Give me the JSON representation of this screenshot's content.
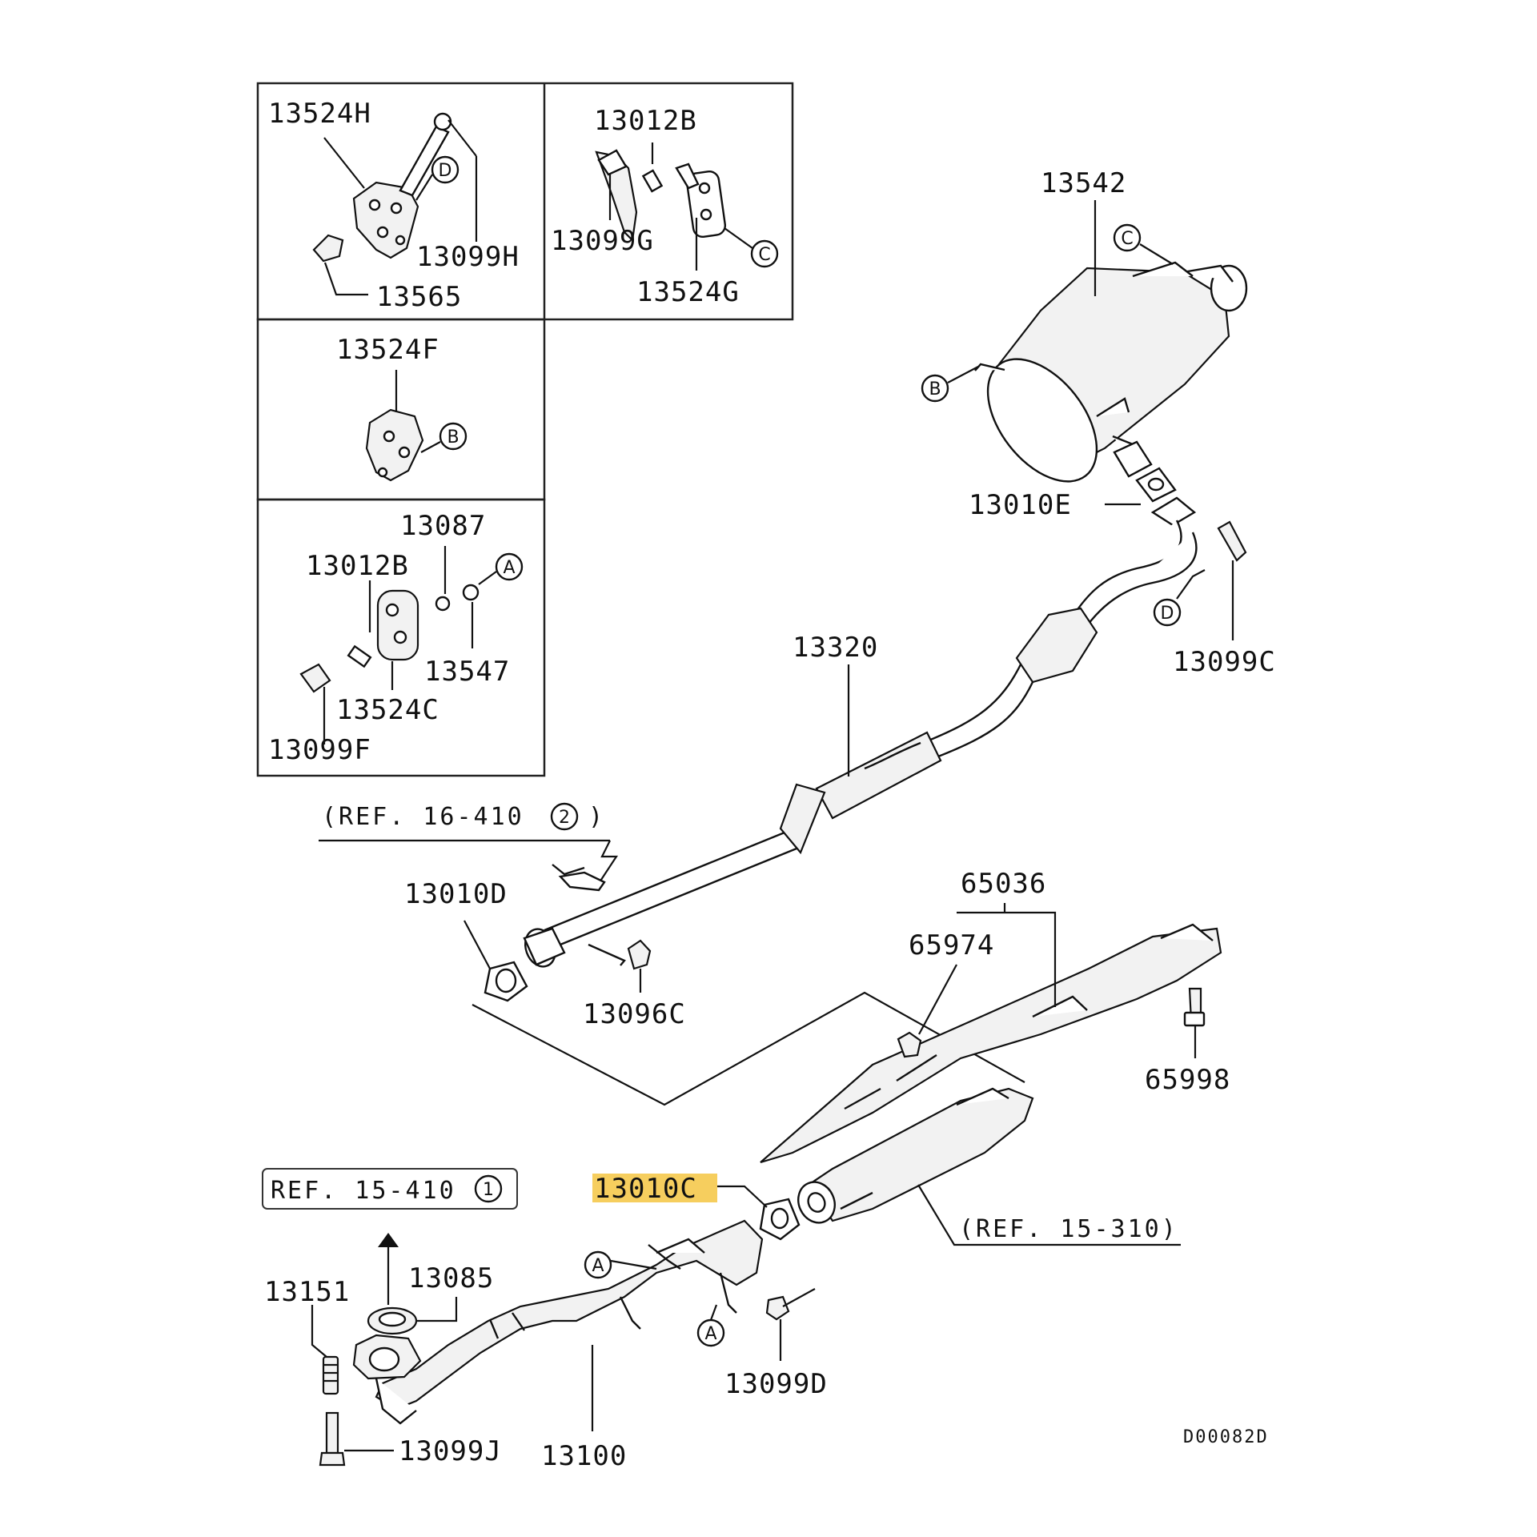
{
  "inset_labels": {
    "p13524H": "13524H",
    "p13099H": "13099H",
    "p13565": "13565",
    "p13012B_top": "13012B",
    "p13099G": "13099G",
    "p13524G": "13524G",
    "p13524F": "13524F",
    "p13087": "13087",
    "p13012B_bottom": "13012B",
    "p13547": "13547",
    "p13524C": "13524C",
    "p13099F": "13099F"
  },
  "main_labels": {
    "p13542": "13542",
    "p13010E": "13010E",
    "p13099C": "13099C",
    "p13320": "13320",
    "p13010D": "13010D",
    "p13096C": "13096C",
    "p65036": "65036",
    "p65974": "65974",
    "p65998": "65998",
    "p13010C": "13010C",
    "p13085": "13085",
    "p13151": "13151",
    "p13100": "13100",
    "p13099D": "13099D",
    "p13099J": "13099J"
  },
  "references": {
    "ref_16_410_prefix": "(REF. 16-410",
    "ref_16_410_num": "2",
    "ref_16_410_suffix": ")",
    "ref_15_410_prefix": "REF. 15-410",
    "ref_15_410_num": "1",
    "ref_15_310": "(REF. 15-310)"
  },
  "connector_letters": {
    "A": "A",
    "B": "B",
    "C": "C",
    "D": "D"
  },
  "diagram_code": "D00082D",
  "highlight": {
    "part": "13010C",
    "color": "#f5c542"
  }
}
